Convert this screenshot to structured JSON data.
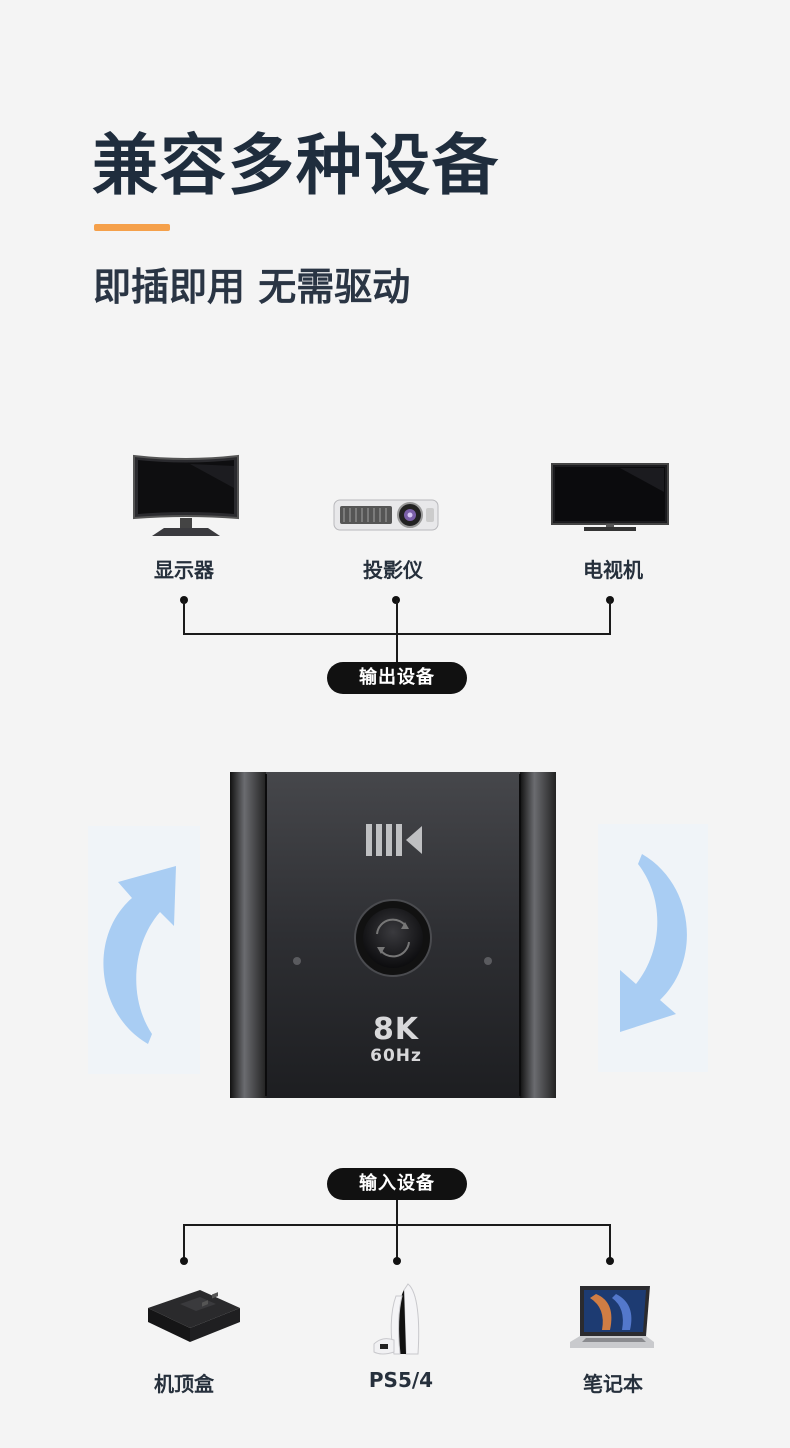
{
  "headline": "兼容多种设备",
  "subheadline": "即插即用 无需驱动",
  "colors": {
    "accent": "#f5a04a",
    "arrow": "#a9cdf3",
    "text": "#1f2d3d"
  },
  "output": {
    "label": "输出设备",
    "devices": [
      {
        "name": "显示器",
        "icon": "monitor-icon"
      },
      {
        "name": "投影仪",
        "icon": "projector-icon"
      },
      {
        "name": "电视机",
        "icon": "tv-icon"
      }
    ]
  },
  "switch": {
    "resolution": "8K",
    "refresh": "60Hz",
    "icon": "switch-logo-icon"
  },
  "input": {
    "label": "输入设备",
    "devices": [
      {
        "name": "机顶盒",
        "icon": "set-top-box-icon"
      },
      {
        "name": "PS5/4",
        "icon": "game-console-icon"
      },
      {
        "name": "笔记本",
        "icon": "laptop-icon"
      }
    ]
  }
}
